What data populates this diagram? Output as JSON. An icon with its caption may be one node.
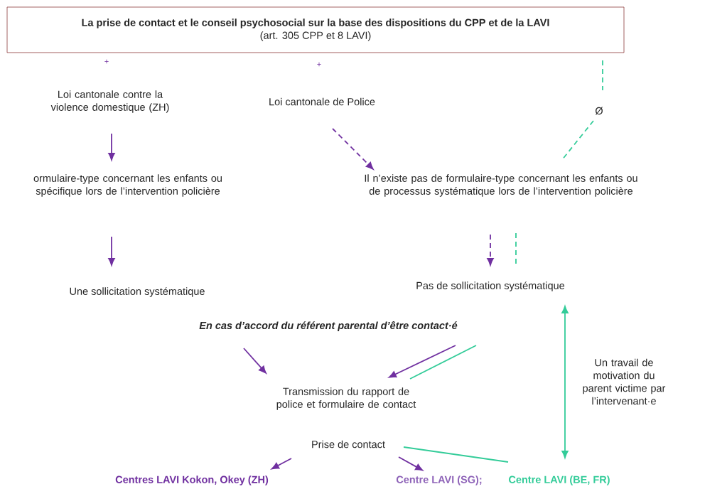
{
  "diagram": {
    "nodes": [
      {
        "text": [
          "La prise de contact et le conseil psychosocial sur la base des dispositions du CPP et de la LAVI",
          "(art. 305 CPP et 8 LAVI)"
        ]
      },
      {
        "text": [
          "Loi cantonale contre la violence domestique (ZH)"
        ]
      },
      {
        "text": [
          "Loi cantonale de Police"
        ]
      },
      {
        "text": [
          "Ø"
        ]
      },
      {
        "text": [
          "ormulaire-type concernant les enfants ou spécifique lors de l’intervention policière"
        ]
      },
      {
        "text": [
          "Il n’existe pas de formulaire-type concernant les enfants ou de processus systématique lors de l’intervention policière"
        ]
      },
      {
        "text": [
          "Une sollicitation systématique"
        ]
      },
      {
        "text": [
          "Pas de sollicitation systématique"
        ]
      },
      {
        "text": [
          "En cas d’accord du référent parental d’être contact·é"
        ]
      },
      {
        "text": [
          "Transmission du rapport de police et formulaire de contact"
        ]
      },
      {
        "text": [
          "Prise de contact"
        ]
      },
      {
        "text": [
          "Centres LAVI Kokon, Okey (ZH)"
        ]
      },
      {
        "text": [
          "Centre LAVI (SG);"
        ]
      },
      {
        "text": [
          "Centre LAVI (BE, FR)"
        ]
      }
    ],
    "edges": [
      {
        "from": 0,
        "to": 3,
        "arrow": "none",
        "style": "dashed",
        "color": "#33cc99"
      },
      {
        "from": 3,
        "to": 5,
        "arrow": "none",
        "style": "dashed",
        "color": "#33cc99"
      },
      {
        "from": 1,
        "to": 4,
        "arrow": "to"
      },
      {
        "from": 2,
        "to": 5,
        "arrow": "to",
        "style": "dashed"
      },
      {
        "from": 4,
        "to": 6,
        "arrow": "to"
      },
      {
        "from": 5,
        "to": 7,
        "arrow": "to",
        "style": "dashed"
      },
      {
        "from": 5,
        "to": 7,
        "arrow": "none",
        "style": "dashed",
        "color": "#33cc99"
      },
      {
        "from": 8,
        "to": 9,
        "arrow": "to"
      },
      {
        "from": 8,
        "to": 9,
        "arrow": "to"
      },
      {
        "from": 8,
        "to": 9,
        "arrow": "none",
        "color": "#33cc99"
      },
      {
        "from": 10,
        "to": 11,
        "arrow": "to"
      },
      {
        "from": 10,
        "to": 12,
        "arrow": "to"
      },
      {
        "from": 10,
        "to": 13,
        "arrow": "none",
        "color": "#33cc99"
      },
      {
        "from": 13,
        "to": 7,
        "arrow": "both",
        "color": "#33cc99",
        "label": "Un travail de motivation du parent victime par l’intervenant·e"
      }
    ],
    "labels": [
      "+",
      "+"
    ]
  }
}
